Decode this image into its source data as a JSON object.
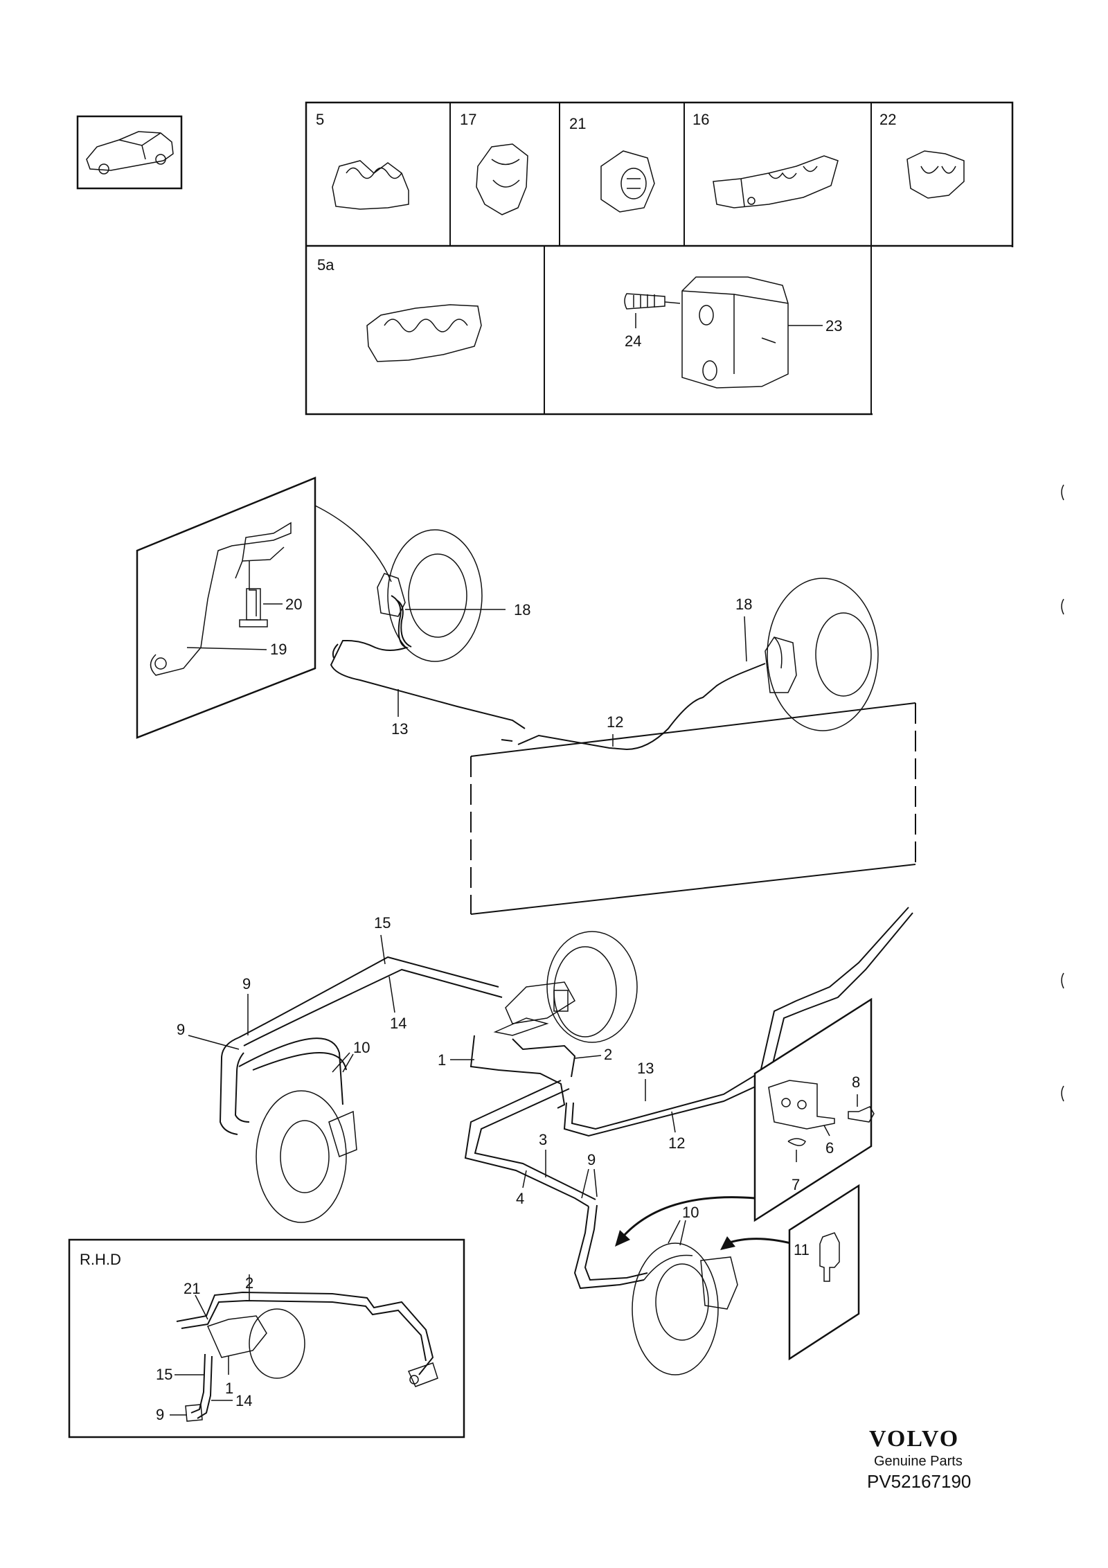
{
  "parts_grid": {
    "top_row": [
      "5",
      "17",
      "21",
      "16",
      "22"
    ],
    "bottom_row": [
      "5a"
    ],
    "screw_label": "24",
    "block_label": "23"
  },
  "callouts": {
    "c20": "20",
    "c19": "19",
    "c18a": "18",
    "c18b": "18",
    "c13a": "13",
    "c12a": "12",
    "c15": "15",
    "c14": "14",
    "c9a": "9",
    "c9b": "9",
    "c10a": "10",
    "c1": "1",
    "c2": "2",
    "c13b": "13",
    "c12b": "12",
    "c3": "3",
    "c4": "4",
    "c9c": "9",
    "c10b": "10",
    "c8": "8",
    "c6": "6",
    "c7": "7",
    "c11": "11"
  },
  "rhd": {
    "title": "R.H.D",
    "c2": "2",
    "c21": "21",
    "c15": "15",
    "c1": "1",
    "c14": "14",
    "c9": "9"
  },
  "brand": {
    "logo": "VOLVO",
    "tagline": "Genuine Parts",
    "code": "PV52167190"
  }
}
